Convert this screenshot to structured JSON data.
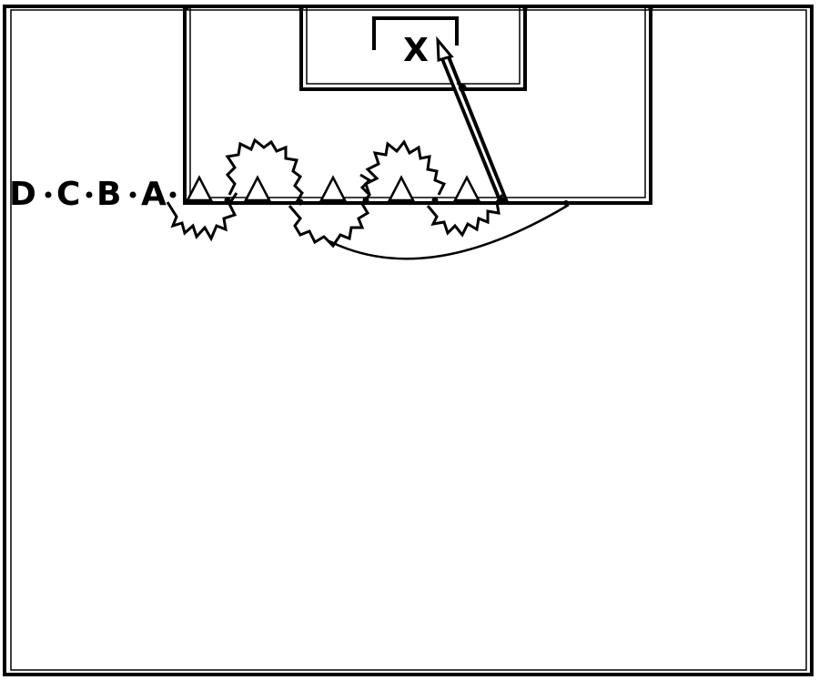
{
  "players": {
    "D": "D",
    "C": "C",
    "B": "B",
    "A": "A"
  },
  "target_marker": "X",
  "colors": {
    "line": "#000000",
    "field": "#ffffff",
    "cone": "#ffffff"
  },
  "legend": {
    "cone": "cone-icon",
    "dribble": "zigzag-dribble-path",
    "shot": "double-line-arrow"
  }
}
